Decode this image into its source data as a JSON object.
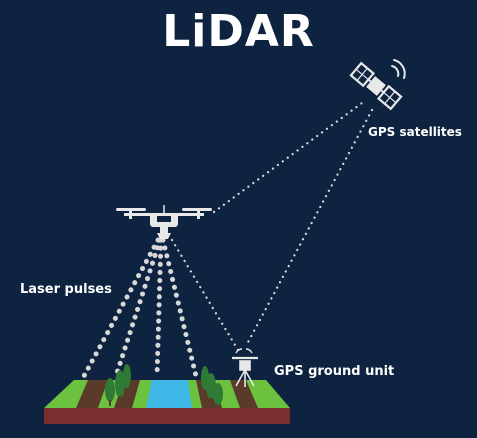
{
  "title": "LiDAR",
  "labels": {
    "satellites": "GPS satellites",
    "laser": "Laser pulses",
    "ground_unit": "GPS ground unit"
  },
  "icons": {
    "satellite": "satellite-icon",
    "drone": "drone-icon",
    "ground_unit": "gps-ground-unit-icon",
    "terrain": "terrain-block",
    "trees": "tree-icon"
  },
  "colors": {
    "background": "#0d2340",
    "text": "#ffffff",
    "grass": "#6cc13f",
    "soil": "#5a3a28",
    "water": "#3fb8e8",
    "base": "#7b2e2e",
    "trees": "#2f7a35",
    "pulse": "#d8d8d8"
  }
}
